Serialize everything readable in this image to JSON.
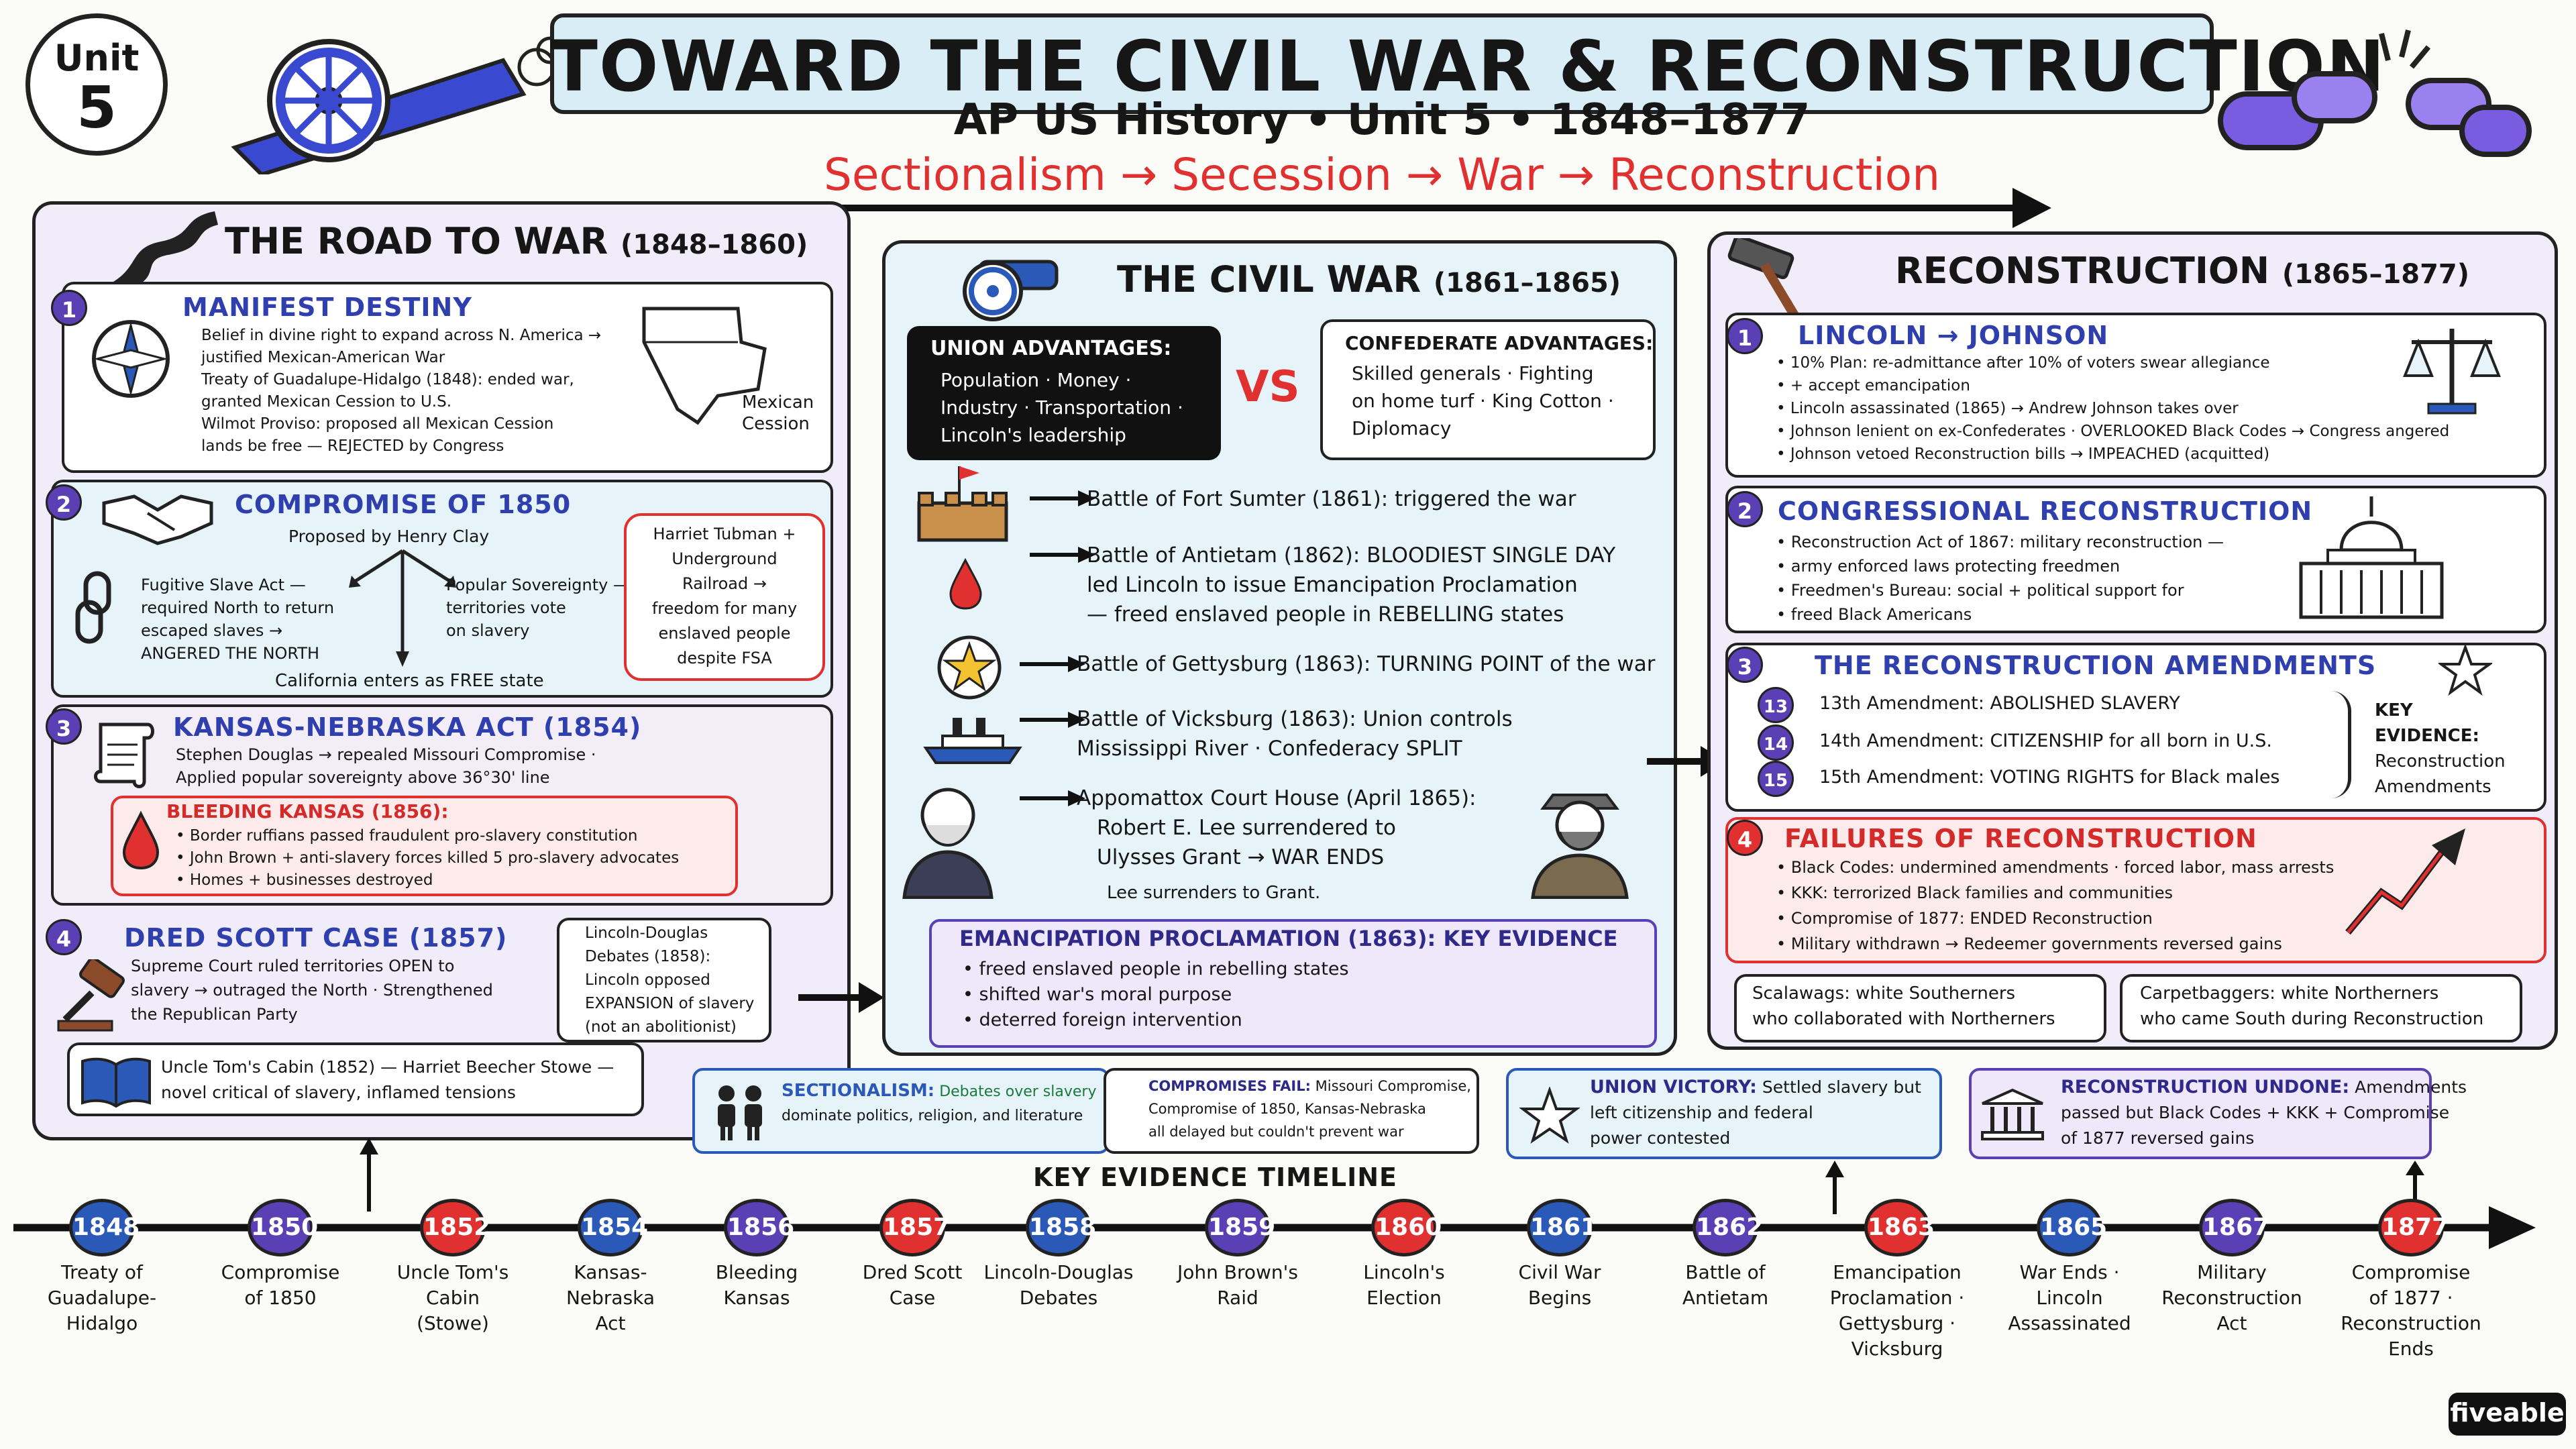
{
  "header": {
    "unit_label": "Unit",
    "unit_number": "5",
    "title": "TOWARD THE CIVIL WAR & RECONSTRUCTION",
    "subtitle": "AP US History • Unit 5 • 1848–1877",
    "tagline": "Sectionalism → Secession → War → Reconstruction"
  },
  "road": {
    "title": "THE ROAD TO WAR",
    "years": "(1848–1860)",
    "manifest": {
      "num": "1",
      "title": "MANIFEST DESTINY",
      "bullets": [
        "Belief in divine right to expand across N. America →",
        "   justified Mexican-American War",
        "Treaty of Guadalupe-Hidalgo (1848): ended war,",
        "   granted Mexican Cession to U.S.",
        "Wilmot Proviso: proposed all Mexican Cession",
        "   lands be free — REJECTED by Congress"
      ],
      "map_label_1": "Mexican",
      "map_label_2": "Cession"
    },
    "compromise": {
      "num": "2",
      "title": "COMPROMISE OF 1850",
      "proposed": "Proposed by Henry Clay",
      "left": [
        "Fugitive Slave Act —",
        "required North to return",
        "escaped slaves →",
        "ANGERED THE NORTH"
      ],
      "right": [
        "Popular Sovereignty —",
        "territories vote",
        "on slavery"
      ],
      "bottom": "California enters as FREE state",
      "tubman": [
        "Harriet Tubman +",
        "Underground",
        "Railroad →",
        "freedom for many",
        "enslaved people",
        "despite FSA"
      ]
    },
    "kansas": {
      "num": "3",
      "title": "KANSAS-NEBRASKA ACT (1854)",
      "lines": [
        "Stephen Douglas → repealed Missouri Compromise ·",
        "Applied popular sovereignty above 36°30' line"
      ],
      "bleeding_title": "BLEEDING KANSAS (1856):",
      "bleeding": [
        "Border ruffians passed fraudulent pro-slavery constitution",
        "John Brown + anti-slavery forces killed 5 pro-slavery advocates",
        "Homes + businesses destroyed"
      ]
    },
    "dred": {
      "num": "4",
      "title": "DRED SCOTT CASE (1857)",
      "lines": [
        "Supreme Court ruled territories OPEN to",
        "slavery → outraged the North · Strengthened",
        "the Republican Party"
      ],
      "debates": [
        "Lincoln-Douglas",
        "Debates (1858):",
        "Lincoln opposed",
        "EXPANSION of slavery",
        "(not an abolitionist)"
      ]
    },
    "uncle": [
      "Uncle Tom's Cabin (1852) — Harriet Beecher Stowe —",
      "novel critical of slavery, inflamed tensions"
    ]
  },
  "civil": {
    "title": "THE CIVIL WAR",
    "years": "(1861–1865)",
    "union_title": "UNION ADVANTAGES:",
    "union": [
      "Population · Money ·",
      "Industry · Transportation ·",
      "Lincoln's leadership"
    ],
    "vs": "VS",
    "conf_title": "CONFEDERATE ADVANTAGES:",
    "conf": [
      "Skilled generals · Fighting",
      "on home turf · King Cotton ·",
      "Diplomacy"
    ],
    "battles": [
      {
        "lines": [
          "Battle of Fort Sumter (1861): triggered the war"
        ]
      },
      {
        "lines": [
          "Battle of Antietam (1862): BLOODIEST SINGLE DAY",
          "led Lincoln to issue Emancipation Proclamation",
          "— freed enslaved people in REBELLING states"
        ]
      },
      {
        "lines": [
          "Battle of Gettysburg (1863): TURNING POINT of the war"
        ]
      },
      {
        "lines": [
          "Battle of Vicksburg (1863): Union controls",
          "Mississippi River · Confederacy SPLIT"
        ]
      },
      {
        "lines": [
          "Appomattox Court House (April 1865):",
          "Robert E. Lee surrendered to",
          "Ulysses Grant → WAR ENDS"
        ]
      }
    ],
    "caption": "Lee surrenders to Grant.",
    "emancipation_title": "EMANCIPATION PROCLAMATION (1863): KEY EVIDENCE",
    "emancipation": [
      "freed enslaved people in rebelling states",
      "shifted war's moral purpose",
      "deterred foreign intervention"
    ]
  },
  "recon": {
    "title": "RECONSTRUCTION",
    "years": "(1865–1877)",
    "lj": {
      "num": "1",
      "title": "LINCOLN → JOHNSON",
      "bullets": [
        "10% Plan: re-admittance after 10% of voters swear allegiance",
        "   + accept emancipation",
        "Lincoln assassinated (1865) → Andrew Johnson takes over",
        "Johnson lenient on ex-Confederates · OVERLOOKED Black Codes → Congress angered",
        "Johnson vetoed Reconstruction bills → IMPEACHED (acquitted)"
      ]
    },
    "congress": {
      "num": "2",
      "title": "CONGRESSIONAL RECONSTRUCTION",
      "bullets": [
        "Reconstruction Act of 1867: military reconstruction —",
        "   army enforced laws protecting freedmen",
        "Freedmen's Bureau: social + political support for",
        "   freed Black Americans"
      ]
    },
    "amend": {
      "num": "3",
      "title": "THE RECONSTRUCTION AMENDMENTS",
      "items": [
        {
          "n": "13",
          "text": "13th Amendment: ABOLISHED SLAVERY"
        },
        {
          "n": "14",
          "text": "14th Amendment: CITIZENSHIP for all born in U.S."
        },
        {
          "n": "15",
          "text": "15th Amendment: VOTING RIGHTS for Black males"
        }
      ],
      "key": [
        "KEY",
        "EVIDENCE:",
        "Reconstruction",
        "Amendments"
      ]
    },
    "fail": {
      "num": "4",
      "title": "FAILURES OF RECONSTRUCTION",
      "bullets": [
        "Black Codes: undermined amendments · forced labor, mass arrests",
        "KKK: terrorized Black families and communities",
        "Compromise of 1877: ENDED Reconstruction",
        "Military withdrawn → Redeemer governments reversed gains"
      ]
    },
    "scalawags": [
      "Scalawags: white Southerners",
      "who collaborated with Northerners"
    ],
    "carpet": [
      "Carpetbaggers: white Northerners",
      "who came South during Reconstruction"
    ]
  },
  "summary": {
    "s1_title": "SECTIONALISM:",
    "s1": [
      "Debates over slavery",
      "dominate politics, religion, and literature"
    ],
    "s2_title": "COMPROMISES FAIL:",
    "s2": [
      "Missouri Compromise,",
      "Compromise of 1850, Kansas-Nebraska",
      "all delayed but couldn't prevent war"
    ],
    "s3_title": "UNION VICTORY:",
    "s3": [
      "Settled slavery but",
      "left citizenship and federal",
      "power contested"
    ],
    "s4_title": "RECONSTRUCTION UNDONE:",
    "s4": [
      "Amendments",
      "passed but Black Codes + KKK + Compromise",
      "of 1877 reversed gains"
    ]
  },
  "timeline": {
    "title": "KEY EVIDENCE TIMELINE",
    "events": [
      {
        "year": "1848",
        "label": [
          "Treaty of",
          "Guadalupe-",
          "Hidalgo"
        ]
      },
      {
        "year": "1850",
        "label": [
          "Compromise",
          "of 1850"
        ]
      },
      {
        "year": "1852",
        "label": [
          "Uncle Tom's",
          "Cabin",
          "(Stowe)"
        ]
      },
      {
        "year": "1854",
        "label": [
          "Kansas-",
          "Nebraska",
          "Act"
        ]
      },
      {
        "year": "1856",
        "label": [
          "Bleeding",
          "Kansas"
        ]
      },
      {
        "year": "1857",
        "label": [
          "Dred Scott",
          "Case"
        ]
      },
      {
        "year": "1858",
        "label": [
          "Lincoln-Douglas",
          "Debates"
        ]
      },
      {
        "year": "1859",
        "label": [
          "John Brown's",
          "Raid"
        ]
      },
      {
        "year": "1860",
        "label": [
          "Lincoln's",
          "Election"
        ]
      },
      {
        "year": "1861",
        "label": [
          "Civil War",
          "Begins"
        ]
      },
      {
        "year": "1862",
        "label": [
          "Battle of",
          "Antietam"
        ]
      },
      {
        "year": "1863",
        "label": [
          "Emancipation",
          "Proclamation ·",
          "Gettysburg ·",
          "Vicksburg"
        ]
      },
      {
        "year": "1865",
        "label": [
          "War Ends ·",
          "Lincoln",
          "Assassinated"
        ]
      },
      {
        "year": "1867",
        "label": [
          "Military",
          "Reconstruction",
          "Act"
        ]
      },
      {
        "year": "1877",
        "label": [
          "Compromise",
          "of 1877 ·",
          "Reconstruction",
          "Ends"
        ]
      }
    ]
  },
  "brand": "fiveable",
  "colors": {
    "blue": "#2a59b8",
    "purple": "#5b3fb5",
    "red": "#e03030",
    "dark": "#161616"
  }
}
